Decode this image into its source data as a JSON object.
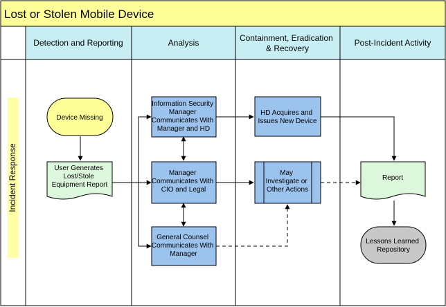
{
  "title": "Lost or Stolen Mobile Device",
  "lane_label": "Incident Response",
  "columns": [
    {
      "label_lines": [
        "Detection and Reporting"
      ]
    },
    {
      "label_lines": [
        "Analysis"
      ]
    },
    {
      "label_lines": [
        "Containment, Eradication",
        "& Recovery"
      ]
    },
    {
      "label_lines": [
        "Post-Incident Activity"
      ]
    }
  ],
  "nodes": {
    "device_missing": {
      "shape": "terminator",
      "lines": [
        "Device Missing"
      ]
    },
    "user_report": {
      "shape": "document",
      "lines": [
        "User Generates",
        "Lost/Stole",
        "Equipment Report"
      ]
    },
    "info_sec_mgr": {
      "shape": "process",
      "lines": [
        "Information Security",
        "Manager",
        "Communicates With",
        "Manager and HD"
      ]
    },
    "manager_comm": {
      "shape": "process",
      "lines": [
        "Manager",
        "Communicates With",
        "CIO and Legal"
      ]
    },
    "general_counsel": {
      "shape": "process",
      "lines": [
        "General Counsel",
        "Communicates With",
        "Manager"
      ]
    },
    "hd_acquires": {
      "shape": "process",
      "lines": [
        "HD  Acquires and",
        "Issues New Device"
      ]
    },
    "investigate": {
      "shape": "predefined-process",
      "lines": [
        "May",
        "Investigate or",
        "Other Actions"
      ]
    },
    "report": {
      "shape": "document",
      "lines": [
        "Report"
      ]
    },
    "lessons": {
      "shape": "terminator",
      "lines": [
        "Lessons Learned",
        "Repository"
      ]
    }
  },
  "colors": {
    "title_bg": "#FFFF99",
    "header_bg": "#C8F0F4",
    "lane_label_bg": "#FFFFA8",
    "terminator_yellow": "#FFFF99",
    "document_green": "#DDF7DD",
    "process_blue": "#9CC3EE",
    "terminator_gray": "#C8C8C8",
    "line": "#000000"
  }
}
